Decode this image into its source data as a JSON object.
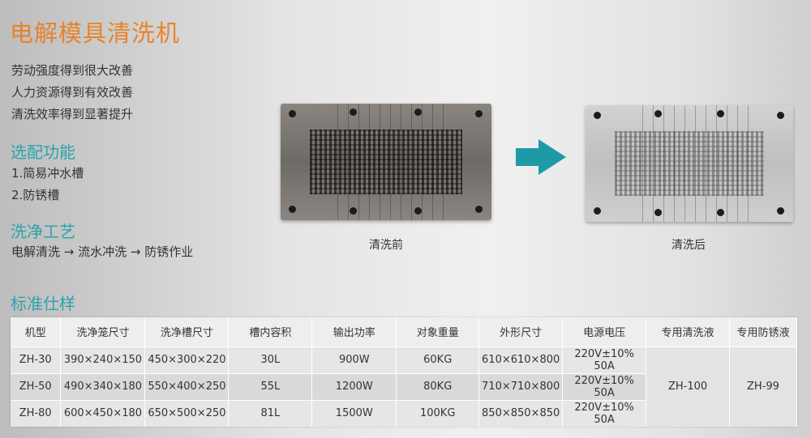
{
  "title": "电解模具清洗机",
  "benefits": [
    "劳动强度得到很大改善",
    "人力资源得到有效改善",
    "清洗效率得到显著提升"
  ],
  "options": {
    "heading": "选配功能",
    "items": [
      "1.简易冲水槽",
      "2.防锈槽"
    ]
  },
  "process": {
    "heading": "洗净工艺",
    "text": "电解清洗 → 流水冲洗 → 防锈作业"
  },
  "images": {
    "before_label": "清洗前",
    "after_label": "清洗后"
  },
  "colors": {
    "title": "#e8832a",
    "heading": "#2aa3b0",
    "arrow": "#1e9aa6"
  },
  "spec": {
    "heading": "标准仕样",
    "columns": [
      "机型",
      "洗净笼尺寸",
      "洗净槽尺寸",
      "槽内容积",
      "输出功率",
      "对象重量",
      "外形尺寸",
      "电源电压",
      "专用清洗液",
      "专用防锈液"
    ],
    "rows": [
      [
        "ZH-30",
        "390×240×150",
        "450×300×220",
        "30L",
        "900W",
        "60KG",
        "610×610×800",
        "220V±10% 50A"
      ],
      [
        "ZH-50",
        "490×340×180",
        "550×400×250",
        "55L",
        "1200W",
        "80KG",
        "710×710×800",
        "220V±10% 50A"
      ],
      [
        "ZH-80",
        "600×450×180",
        "650×500×250",
        "81L",
        "1500W",
        "100KG",
        "850×850×850",
        "220V±10% 50A"
      ]
    ],
    "cleaning_fluid": "ZH-100",
    "rust_fluid": "ZH-99"
  }
}
